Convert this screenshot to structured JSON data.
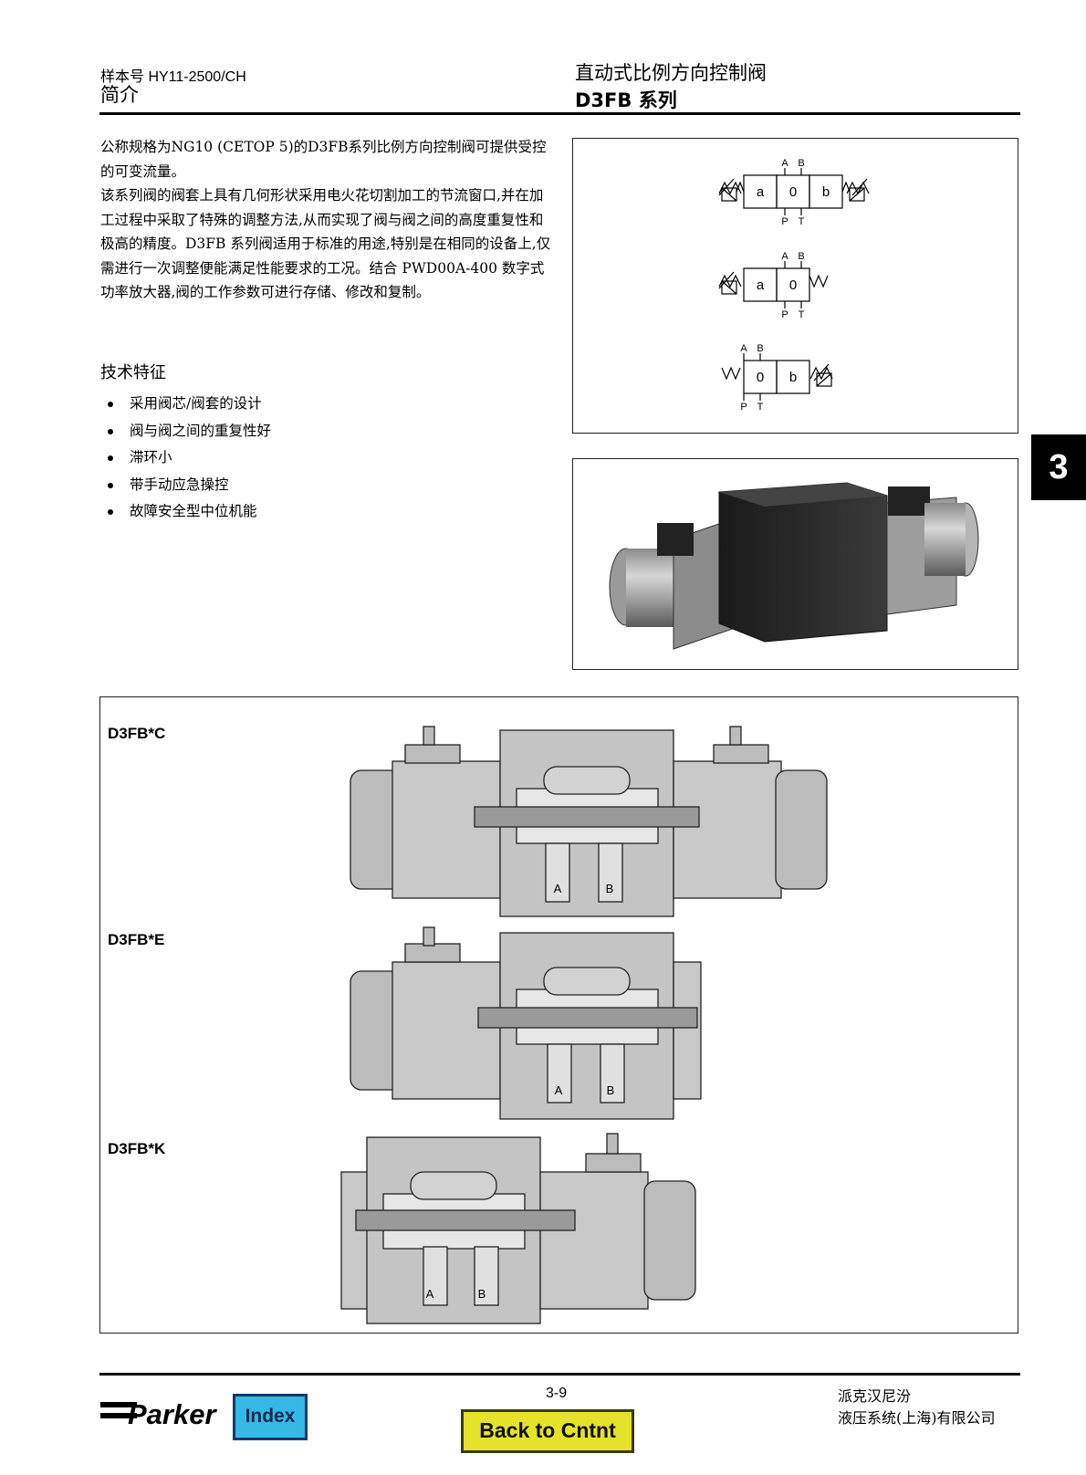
{
  "header": {
    "catalog_no": "样本号 HY11-2500/CH",
    "section": "简介",
    "title": "直动式比例方向控制阀",
    "series": "D3FB 系列"
  },
  "intro": {
    "paragraph1": "公称规格为NG10 (CETOP 5)的D3FB系列比例方向控制阀可提供受控的可变流量。",
    "paragraph2": "该系列阀的阀套上具有几何形状采用电火花切割加工的节流窗口,并在加工过程中采取了特殊的调整方法,从而实现了阀与阀之间的高度重复性和极高的精度。D3FB 系列阀适用于标准的用途,特别是在相同的设备上,仅需进行一次调整便能满足性能要求的工况。结合 PWD00A-400 数字式功率放大器,阀的工作参数可进行存储、修改和复制。"
  },
  "features": {
    "title": "技术特征",
    "items": [
      "采用阀芯/阀套的设计",
      "阀与阀之间的重复性好",
      "滞环小",
      "带手动应急操控",
      "故障安全型中位机能"
    ]
  },
  "symbols": {
    "sym1": {
      "top": [
        "A",
        "B"
      ],
      "cells": [
        "a",
        "0",
        "b"
      ],
      "bottom": [
        "P",
        "T"
      ]
    },
    "sym2": {
      "top": [
        "A",
        "B"
      ],
      "cells": [
        "a",
        "0"
      ],
      "bottom": [
        "P",
        "T"
      ]
    },
    "sym3": {
      "top": [
        "A",
        "B"
      ],
      "cells": [
        "0",
        "b"
      ],
      "bottom": [
        "P",
        "T"
      ]
    }
  },
  "side_tab": "3",
  "sections": [
    {
      "model": "D3FB*C",
      "port_a": "A",
      "port_b": "B"
    },
    {
      "model": "D3FB*E",
      "port_a": "A",
      "port_b": "B"
    },
    {
      "model": "D3FB*K",
      "port_a": "A",
      "port_b": "B"
    }
  ],
  "footer": {
    "page": "3-9",
    "logo": "Parker",
    "index_label": "Index",
    "back_label": "Back to Cntnt",
    "company_line1": "派克汉尼汾",
    "company_line2": "液压系统(上海)有限公司"
  }
}
